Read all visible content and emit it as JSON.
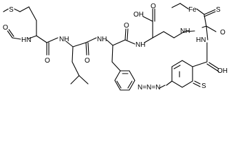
{
  "structure": {
    "atom_labels": {
      "methionine_sulfur": "S",
      "formyl_oxygen": "O",
      "formyl_nh": "HN",
      "leu_nh": "NH",
      "leu_carbonyl_o": "O",
      "phe_nh": "NH",
      "phe_carbonyl_o": "O",
      "lys_nh": "NH",
      "acid_oh": "OH",
      "acid_o": "O",
      "lys_side_nh": "NH",
      "iron": "Fe",
      "thioketone_s": "S",
      "amide_hn": "HN",
      "amide_o": "O",
      "phenol_oh": "OH",
      "ring_thione_s": "S",
      "azide": "N=N=N"
    }
  }
}
